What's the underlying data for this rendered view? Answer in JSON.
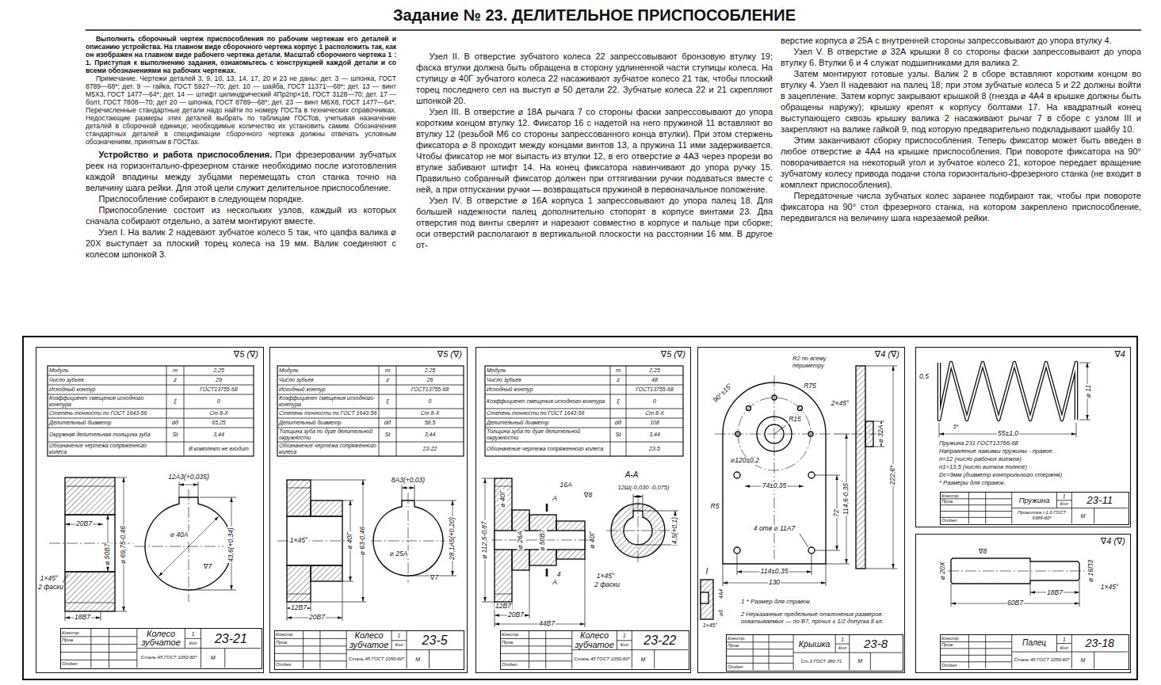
{
  "diagram": {
    "title": "Задание № 23. ДЕЛИТЕЛЬНОЕ ПРИСПОСОБЛЕНИЕ",
    "nodes": [
      {
        "text": [
          "∇5 (∇)"
        ]
      },
      {
        "text": [
          "Колесо зубчатое",
          "23-21",
          "Сталь 45 ГОСТ 1050-60*"
        ],
        "in": 0
      },
      {
        "text": [
          "∇5 (∇)"
        ]
      },
      {
        "text": [
          "Колесо зубчатое",
          "23-5",
          "Сталь 45 ГОСТ 1050-60*"
        ],
        "in": 2
      },
      {
        "text": [
          "∇5 (∇)"
        ]
      },
      {
        "text": [
          "Колесо зубчатое",
          "23-22",
          "Сталь 45 ГОСТ 1050-60*"
        ],
        "in": 4
      },
      {
        "text": [
          "∇4 (∇)"
        ]
      },
      {
        "text": [
          "Крышка",
          "23-8",
          "Ст.3 ГОСТ 380-71"
        ],
        "in": 6
      },
      {
        "text": [
          "∇4"
        ]
      },
      {
        "text": [
          "Пружина",
          "23-11",
          "Проволока I-1,0 ГОСТ 9389-60*"
        ],
        "in": 8
      },
      {
        "text": [
          "∇4 (∇)"
        ]
      },
      {
        "text": [
          "Палец",
          "23-18",
          "Сталь 45 ГОСТ 1050-60*"
        ],
        "in": 10
      }
    ],
    "labels": [
      "Выполнить сборочный чертеж приспособления по рабочим чертежам его деталей и описанию устройства. На главном виде сборочного чертежа корпус 1 расположить так, как он изображен на главном виде рабочего чертежа детали. Масштаб сборочного чертежа 1 : 1. Приступая к выполнению задания, ознакомьтесь с конструкцией каждой детали и со всеми обозначениями на рабочих чертежах.",
      "Примечание. Чертежи деталей 3, 9, 10, 13, 14, 17, 20 и 23 не даны: дет. 3 — шпонка, ГОСТ 8789—68*; дет. 9 — гайка, ГОСТ 5927—70; дет. 10 — шайба, ГОСТ 11371—68*; дет. 13 — винт М5Х3, ГОСТ 1477—64*; дет. 14 — штифт цилиндрический 4Пр2пр×18, ГОСТ 3128—70; дет. 17 — болт, ГОСТ 7808—70; дет 20 — шпонка, ГОСТ 8789—68*; дет. 23 — винт М6Х8, ГОСТ 1477—64*. Перечисленные стандартные детали надо найти по номеру ГОСТа в технических справочниках. Недостающие размеры этих деталей выбрать по таблицам ГОСТов, учитывая назначение деталей в сборочной единице; необходимые количество их установить самим. Обозначения стандартных деталей в спецификации сборочного чертежа должны отвечать условным обозначениям, принятым в ГОСТах.",
      "Устройство и работа приспособления.",
      "При фрезеровании зубчатых реек на горизонтально-фрезерном станке необходимо после изготовления каждой впадины между зубцами перемещать стол станка точно на величину шага рейки. Для этой цели служит делительное приспособление.",
      "Приспособление собирают в следующем порядке.",
      "Приспособление состоит из нескольких узлов, каждый из которых сначала собирают отдельно, а затем монтируют вместе.",
      "Узел I. На валик 2 надевают зубчатое колесо 5 так, что цапфа валика ⌀ 20Х выступает за плоский торец колеса на 19 мм. Валик соединяют с колесом шпонкой 3.",
      "Узел II. В отверстие зубчатого колеса 22 запрессовывают бронзовую втулку 19; фаска втулки должна быть обращена в сторону удлиненной части ступицы колеса. На ступицу ⌀ 40Г зубчатого колеса 22 насаживают зубчатое колесо 21 так, чтобы плоский торец последнего сел на выступ ⌀ 50 детали 22. Зубчатые колеса 22 и 21 скрепляют шпонкой 20.",
      "Узел III. В отверстие ⌀ 18А рычага 7 со стороны фаски запрессовывают до упора коротким концом втулку 12. Фиксатор 16 с надетой на него пружиной 11 вставляют во втулку 12 (резьбой М6 со стороны запрессованного конца втулки). При этом стержень фиксатора ⌀ 8 проходит между концами винтов 13, а пружина 11 ими задерживается. Чтобы фиксатор не мог выпасть из втулки 12, в его отверстие ⌀ 4А3 через прорези во втулке забивают штифт 14. На конец фиксатора навинчивают до упора ручку 15. Правильно собранный фиксатор должен при оттягивании ручки подаваться вместе с ней, а при отпускании ручки — возвращаться пружиной в первоначальное положение.",
      "Узел IV. В отверстие ⌀ 16А корпуса 1 запрессовывают до упора палец 18. Для большей надежности палец дополнительно стопорят в корпусе винтами 23. Два отверстия под винты сверлят и нарезают совместно в корпусе и пальце при сборке; оси отверстий располагают в вертикальной плоскости на расстоянии 16 мм. В другое от-",
      "верстие корпуса ⌀ 25А с внутренней стороны запрессовывают до упора втулку 4.",
      "Узел V. В отверстие ⌀ 32А крышки 8 со стороны фаски запрессовывают до упора втулку 6. Втулки 6 и 4 служат подшипниками для валика 2.",
      "Затем монтируют готовые узлы. Валик 2 в сборе вставляют коротким концом во втулку 4. Узел II надевают на палец 18; при этом зубчатые колеса 5 и 22 должны войти в зацепление. Затем корпус закрывают крышкой 8 (гнезда ⌀ 4А4 в крышке должны быть обращены наружу); крышку крепят к корпусу болтами 17. На квадратный конец выступающего сквозь крышку валика 2 насаживают рычаг 7 в сборе с узлом III и закрепляют на валике гайкой 9, под которую предварительно подкладывают шайбу 10.",
      "Этим заканчивают сборку приспособления. Теперь фиксатор может быть введен в любое отверстие ⌀ 4А4 на крышке приспособления. При повороте фиксатора на 90° поворачивается на некоторый угол и зубчатое колесо 21, которое передает вращение зубчатому колесу привода подачи стола горизонтально-фрезерного станка (не входит в комплект приспособления).",
      "Передаточные числа зубчатых колес заранее подбирают так, чтобы при повороте фиксатора на 90° стол фрезерного станка, на котором закреплено приспособление, передвигался на величину шага нарезаемой рейки.",
      "Модуль",
      "m",
      "2,25",
      "Число зубьев",
      "z",
      "29",
      "Исходный контур",
      "ГОСТ13755-68",
      "Коэффициент смещения исходного контура",
      "ξ",
      "0",
      "Степень точности по ГОСТ 1643-56",
      "Ст 8-Х",
      "Делительный диаметр",
      "dд",
      "65,25",
      "Окружная делительная толщина зуба",
      "St",
      "3,44",
      "Обозначение чертежа сопряженного колеса",
      "В комплект не входит",
      "12А3(+0,035)",
      "20В7",
      "⌀ 50В7",
      "⌀ 69,75-0,46",
      "1×45°",
      "2 фаски",
      "18В7",
      "⌀ 40А",
      "43,6(+0,34)",
      "∇7",
      "Констр.",
      "Пров.",
      "Отдел",
      "1",
      "Кол",
      "М",
      "Модуль",
      "m",
      "2,25",
      "Число зубьев",
      "z",
      "26",
      "Исходный контур",
      "ГОСТ13755-68",
      "Коэффициент смещения исходного контура",
      "ξ",
      "0",
      "Степень точности по ГОСТ 1643-56",
      "Ст 8-Х",
      "Делительный диаметр",
      "dд",
      "58,5",
      "Толщина зуба по дуге делительной окружности",
      "St",
      "3,44",
      "Обозначение чертежа сопряженного колеса",
      "23-22",
      "8А3(+0,03)",
      "⌀ 40Г",
      "⌀ 63-0,46",
      "1×45°",
      "12В7",
      "20В7",
      "⌀ 25А",
      "28,1А5(+0,20)",
      "∇7",
      "Констр.",
      "Пров.",
      "Отдел",
      "1",
      "Кол",
      "М",
      "Модуль",
      "m",
      "2,25",
      "Число зубьев",
      "z",
      "48",
      "Исходный контур",
      "ГОСТ13755-68",
      "Коэффициент смещения исходного контура",
      "ξ",
      "0",
      "Степень точности по ГОСТ 1643-56",
      "Ст 8-Х",
      "Делительный диаметр",
      "dд",
      "108",
      "Толщина зуба по дуге делительной окружности",
      "St",
      "3,44",
      "Обозначение чертежа сопряженного колеса",
      "23-5",
      "А-А",
      "А",
      "А",
      "16А",
      "∇8",
      "⌀ 112,5-0,87",
      "⌀ 40Г",
      "⌀ 26А",
      "⌀ 50В7",
      "⌀ 40Г",
      "4",
      "12В7",
      "20В7",
      "44В7",
      "1×45°",
      "2 фаски",
      "12Ш(-0,030 -0,075)",
      "4,5(+0,1)",
      "Констр.",
      "Пров.",
      "Отдел",
      "1",
      "Кол",
      "М",
      "R2 по всему периметру",
      "90°±15'",
      "2×45°",
      "⌀120±0,2",
      "R15",
      "R75",
      "R5",
      "74±0,35",
      "4 отв ⌀ 11А7",
      "114±0,35",
      "130",
      "72",
      "114,6-0,35",
      "⌀ 32А",
      "222,6*",
      "I",
      "4А4",
      "⌀6",
      "1×45°",
      "1 * Размер для справок.",
      "2 Неуказанные предельные отклонения размеров: охватываемых — по В7, прочих ± 1/2 допуска 8 кл.",
      "Констр.",
      "Пров.",
      "Отдел",
      "1",
      "Кол",
      "М",
      "0,5",
      "5*",
      "55±1,0",
      "⌀ 11",
      "Пружина 231 ГОСТ13766-68",
      "Направление навивки пружины - правое.",
      "n=12 (число рабочих витков)",
      "n1=13,5 (число витков полное)",
      "Dс=9мм (диаметр контрольного стержня)",
      "* Размеры для справок.",
      "Констр.",
      "Пров.",
      "Отдел",
      "1",
      "Кол",
      "М",
      "∇8",
      "⌀ 20Х",
      "⌀ 16П3",
      "1×45°",
      "60В7",
      "18В7",
      "Констр.",
      "Пров.",
      "Отдел",
      "1",
      "Кол",
      "М"
    ]
  }
}
